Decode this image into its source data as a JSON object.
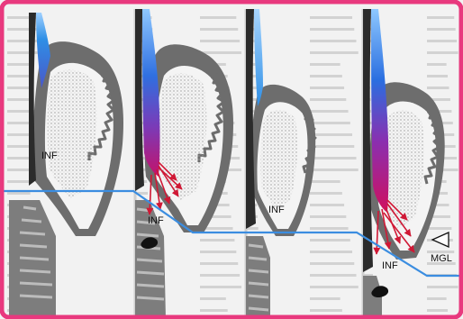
{
  "frame": {
    "border_color": "#e8397e",
    "background": "#f2f2f2"
  },
  "colors": {
    "tissue": "#6d6d6d",
    "tooth_fill": "#f4f4f4",
    "plaque": "#2f8fe6",
    "inflammation": "#c4126a",
    "arrows": "#d01835",
    "gingival_line": "#3b8de0",
    "bone": "#777777"
  },
  "panels": [
    {
      "id": "panel-1",
      "label": "INF"
    },
    {
      "id": "panel-2",
      "label": "INF"
    },
    {
      "id": "panel-3",
      "label": "INF"
    },
    {
      "id": "panel-4",
      "label": "INF"
    }
  ],
  "marker": {
    "label": "MGL",
    "icon": "triangle-pointer-icon"
  }
}
